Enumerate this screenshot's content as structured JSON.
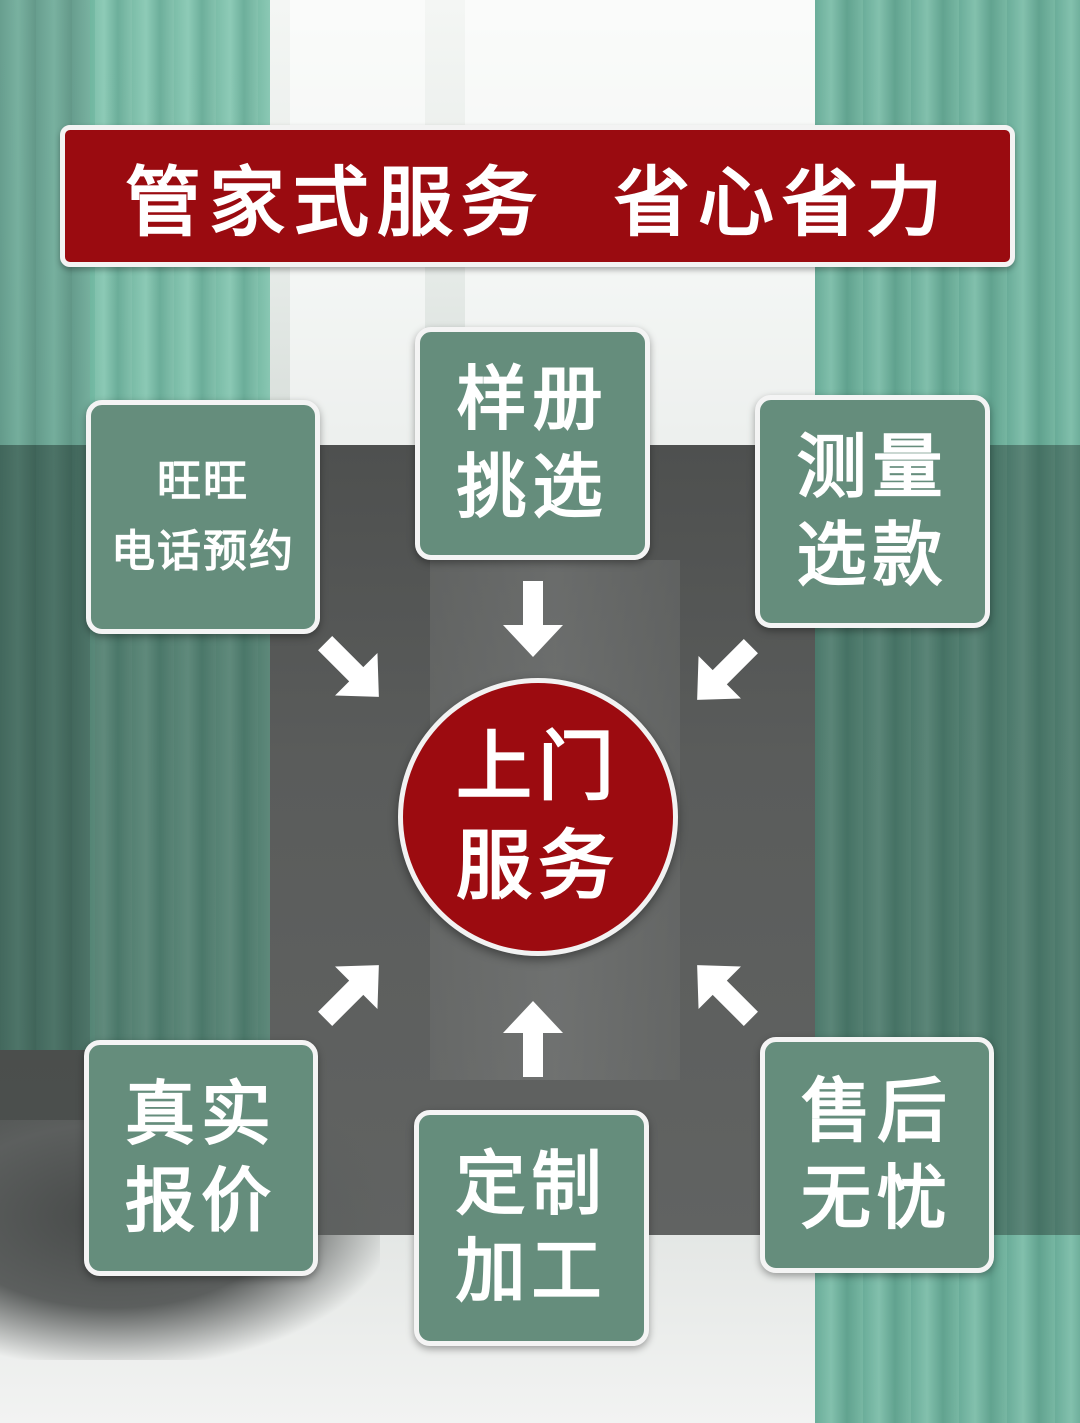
{
  "banner": {
    "text": "管家式服务  省心省力"
  },
  "center": {
    "line1": "上门",
    "line2": "服务"
  },
  "steps": {
    "top_left": {
      "line1": "旺旺",
      "line2": "电话预约"
    },
    "top_center": {
      "line1": "样册",
      "line2": "挑选"
    },
    "top_right": {
      "line1": "测量",
      "line2": "选款"
    },
    "bottom_left": {
      "line1": "真实",
      "line2": "报价"
    },
    "bottom_center": {
      "line1": "定制",
      "line2": "加工"
    },
    "bottom_right": {
      "line1": "售后",
      "line2": "无忧"
    }
  },
  "colors": {
    "banner_red": "#9a0b10",
    "box_green": "#658d7c",
    "border_white": "#f4f4f4",
    "arrow_white": "#ffffff"
  }
}
